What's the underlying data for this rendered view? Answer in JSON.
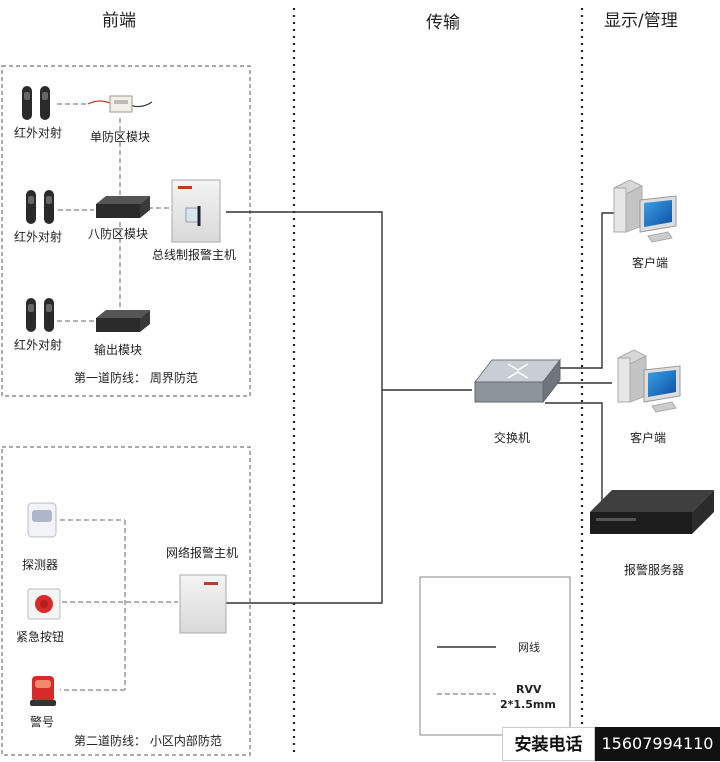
{
  "headers": {
    "frontend": "前端",
    "transmission": "传输",
    "display": "显示/管理"
  },
  "frontend": {
    "zone1": {
      "ir_1": "红外对射",
      "single_module": "单防区模块",
      "ir_2": "红外对射",
      "eight_module": "八防区模块",
      "bus_host": "总线制报警主机",
      "ir_3": "红外对射",
      "output_module": "输出模块",
      "caption": "第一道防线：   周界防范"
    },
    "zone2": {
      "detector": "探测器",
      "emergency_button": "紧急按钮",
      "siren": "警号",
      "network_host": "网络报警主机",
      "caption": "第二道防线：   小区内部防范"
    }
  },
  "transmission": {
    "switch": "交换机"
  },
  "display": {
    "client_1": "客户端",
    "client_2": "客户端",
    "alarm_server": "报警服务器"
  },
  "legend": {
    "network_cable": "网线",
    "rvv_line1": "RVV",
    "rvv_line2": "2*1.5mm"
  },
  "contact": {
    "label": "安装电话",
    "phone": "15607994110"
  },
  "colors": {
    "line": "#333333",
    "dashed": "#999999",
    "brand_red": "#c0392b",
    "monitor_blue": "#1e73be"
  }
}
